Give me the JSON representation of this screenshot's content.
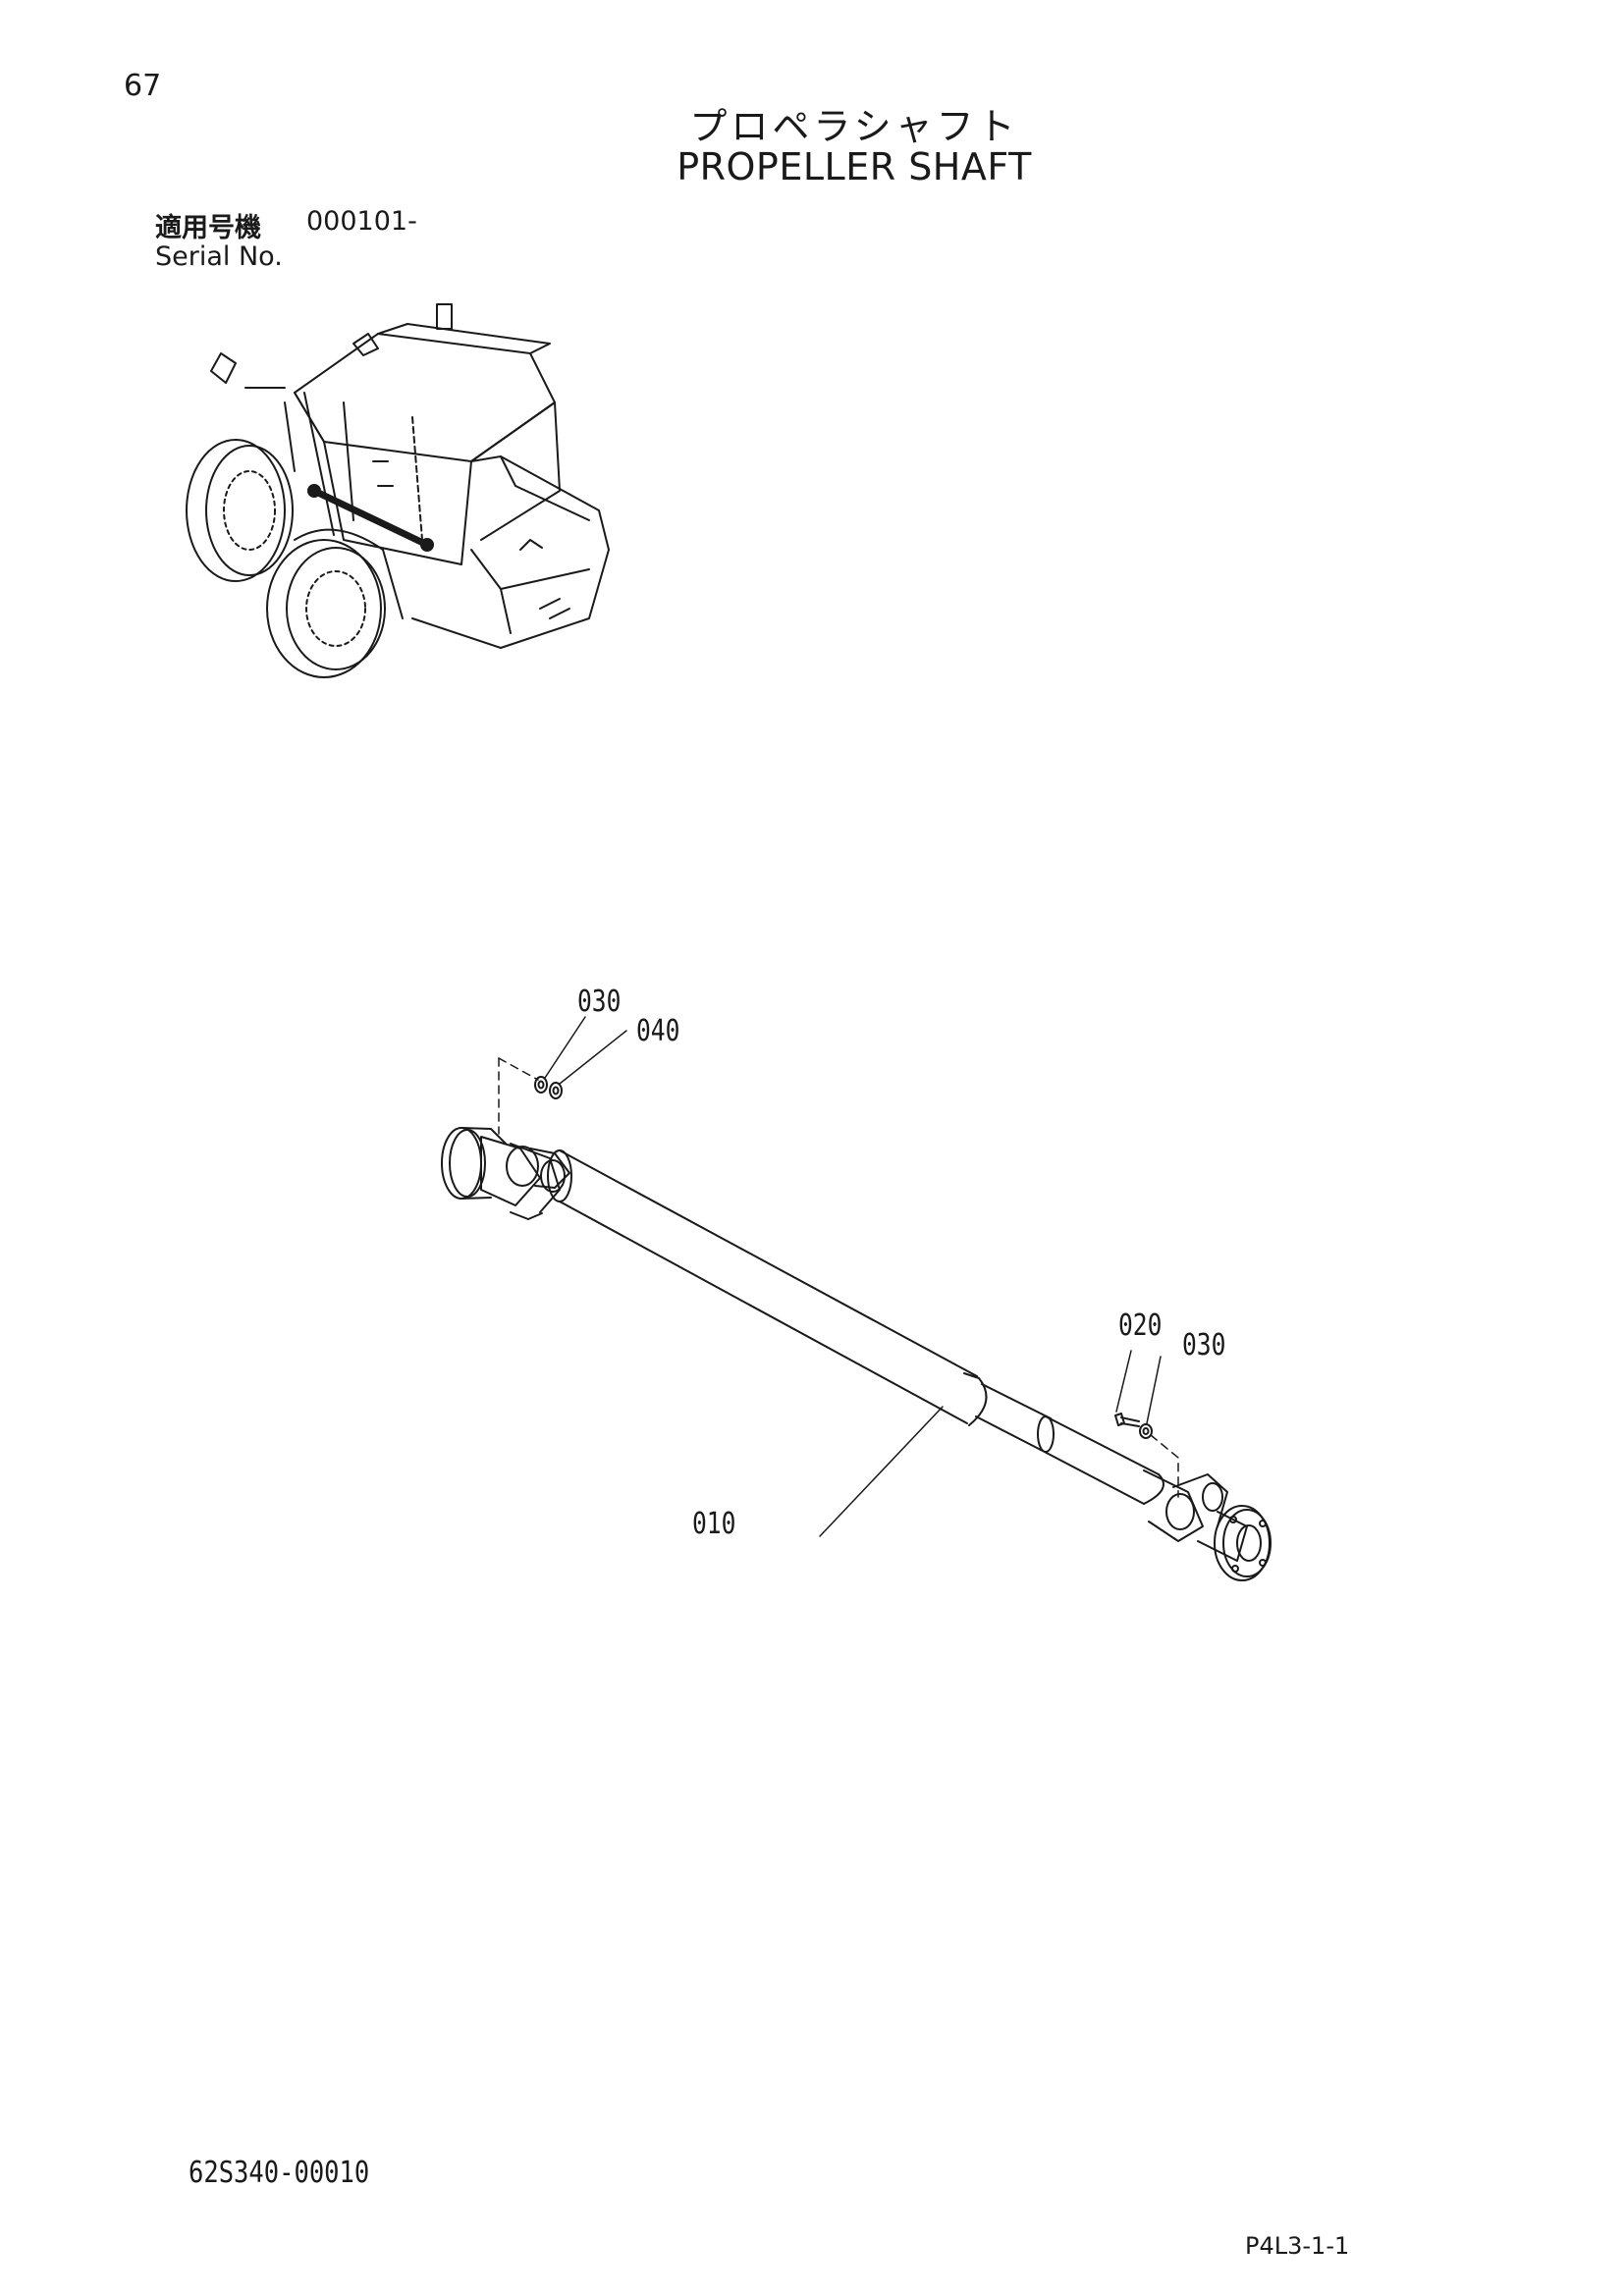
{
  "page": {
    "number": "67",
    "title_jp": "プロペラシャフト",
    "title_en": "PROPELLER SHAFT"
  },
  "serial": {
    "label_jp": "適用号機",
    "value": "000101-",
    "label_en": "Serial No."
  },
  "callouts": {
    "c010": "010",
    "c020": "020",
    "c030_left": "030",
    "c030_right": "030",
    "c040": "040"
  },
  "footer": {
    "drawing_number": "62S340-00010",
    "page_code": "P4L3-1-1"
  }
}
